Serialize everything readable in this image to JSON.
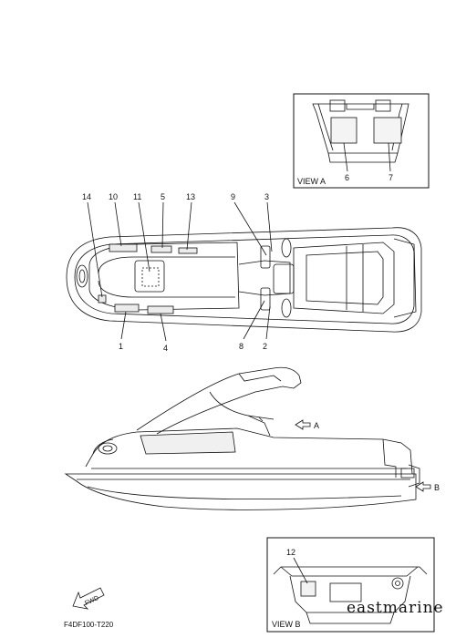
{
  "view_a": {
    "title": "VIEW A",
    "callouts": [
      "6",
      "7"
    ]
  },
  "top_view": {
    "callouts_top": [
      "14",
      "10",
      "11",
      "5",
      "13",
      "9",
      "3"
    ],
    "callouts_bottom": [
      "1",
      "4",
      "8",
      "2"
    ]
  },
  "side_view": {
    "arrow_a_label": "A",
    "arrow_b_label": "B"
  },
  "view_b": {
    "title": "VIEW B",
    "callouts": [
      "12"
    ]
  },
  "fwd_label": "FWD",
  "diagram_code": "F4DF100-T220",
  "watermark": "eastmarine"
}
